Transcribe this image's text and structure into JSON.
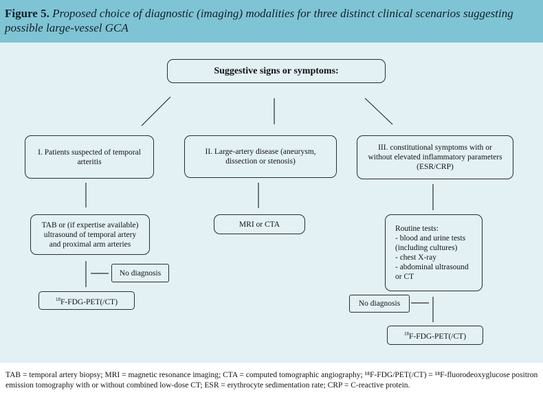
{
  "caption": {
    "label": "Figure 5.",
    "title": "Proposed choice of diagnostic (imaging) modalities for three distinct clinical scenarios suggesting possible large-vessel GCA"
  },
  "diagram": {
    "root": "Suggestive signs or symptoms:",
    "scenario_1": {
      "title": "I. Patients suspected of temporal\narteritis",
      "test": "TAB or (if expertise available)\nultrasound of temporal artery\nand proximal arm arteries",
      "no_diagnosis": "No diagnosis",
      "pet_sup": "18",
      "pet_text": "F-FDG-PET(/CT)"
    },
    "scenario_2": {
      "title": "II. Large-artery disease (aneurysm,\ndissection or stenosis)",
      "test": "MRI or CTA"
    },
    "scenario_3": {
      "title": "III. constitutional symptoms with or\nwithout elevated inflammatory parameters\n(ESR/CRP)",
      "test": "Routine tests:\n- blood and urine tests\n(including cultures)\n- chest X-ray\n- abdominal ultrasound\nor CT",
      "no_diagnosis": "No diagnosis",
      "pet_sup": "18",
      "pet_text": "F-FDG-PET(/CT)"
    }
  },
  "footnote": "TAB = temporal artery biopsy; MRI = magnetic resonance imaging; CTA = computed tomographic angiography; ¹⁸F-FDG/PET(/CT) = ¹⁸F-fluorodeoxyglucose positron emission tomography with or without combined low-dose CT; ESR = erythrocyte sedimentation rate; CRP = C-reactive protein."
}
